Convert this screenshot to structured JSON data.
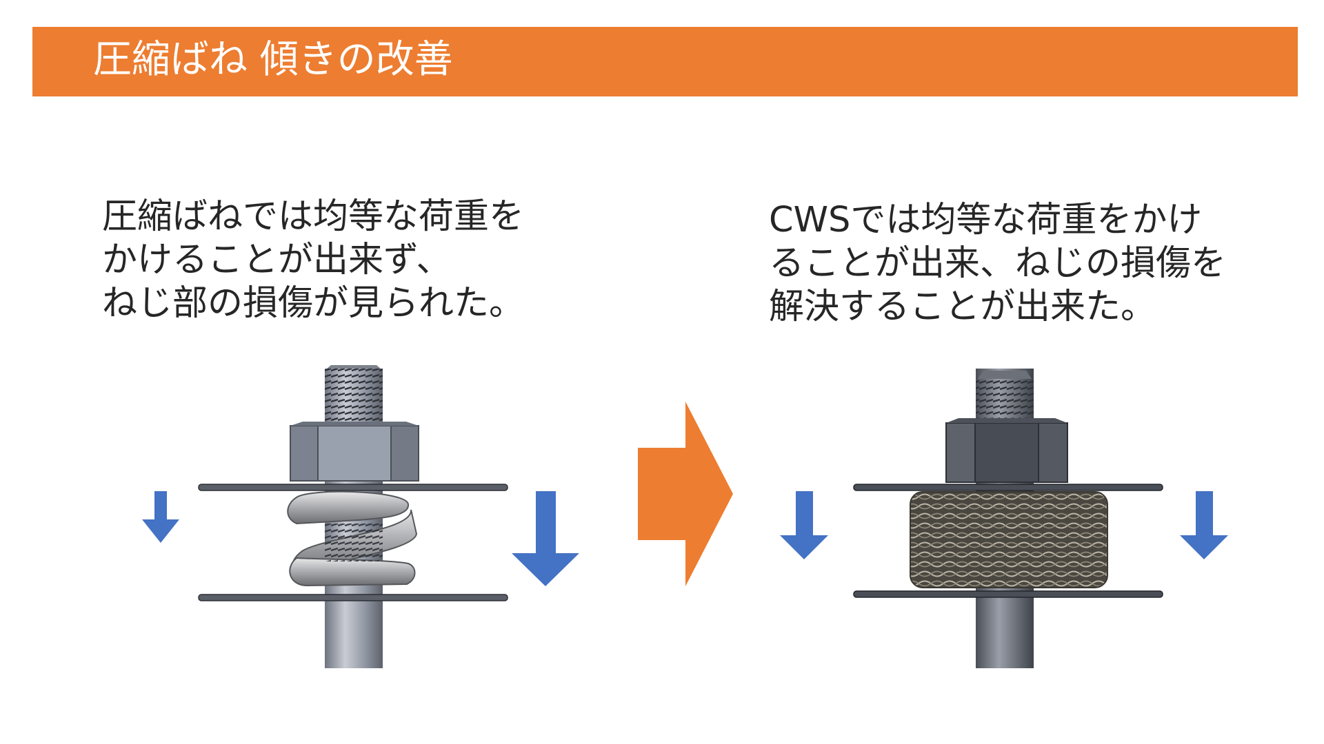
{
  "slide": {
    "title": "圧縮ばね 傾きの改善",
    "left_text": [
      "圧縮ばねでは均等な荷重を",
      "かけることが出来ず、",
      "ねじ部の損傷が見られた。"
    ],
    "right_text": [
      "CWSでは均等な荷重をかけ",
      "ることが出来、ねじの損傷を",
      "解決することが出来た。"
    ]
  },
  "colors": {
    "accent": "#ED7D31",
    "arrow_blue": "#4472C4",
    "text": "#262626"
  },
  "icons": [
    "down-arrow-icon",
    "right-arrow-icon"
  ]
}
